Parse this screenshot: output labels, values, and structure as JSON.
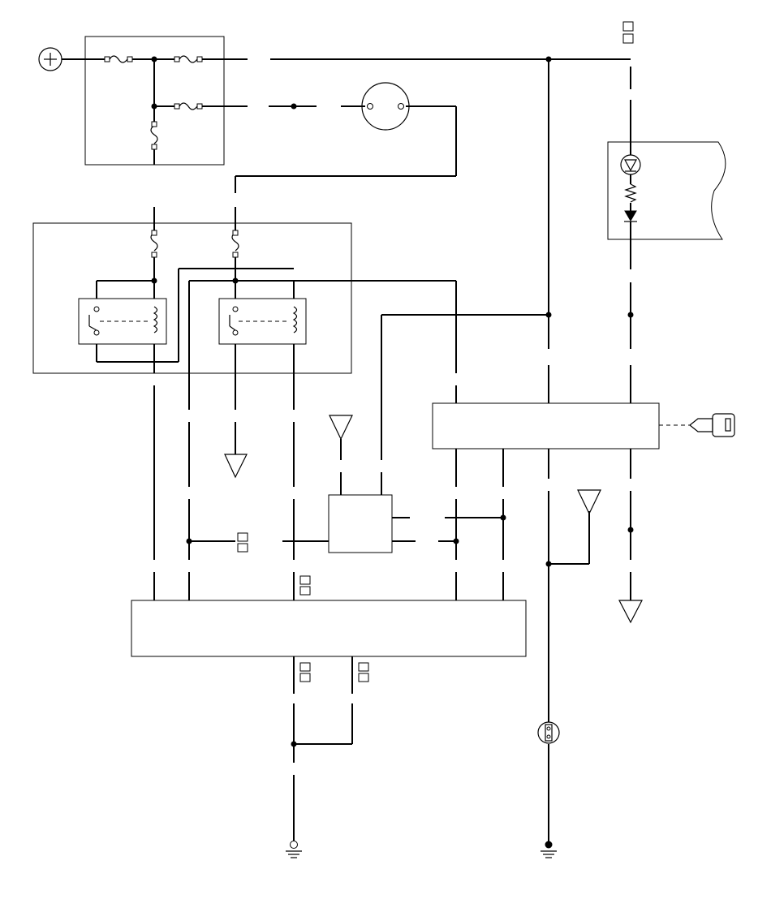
{
  "diagram": {
    "kind": "wiring schematic",
    "text_labels": [],
    "symbols": [
      "battery-positive-symbol",
      "fuse-symbol",
      "relay-coil-symbol",
      "relay-switch-symbol",
      "motor-symbol",
      "led-symbol",
      "resistor-symbol",
      "diode-symbol",
      "antenna-symbol",
      "ground-symbol",
      "key-symbol",
      "connector-symbol"
    ]
  }
}
